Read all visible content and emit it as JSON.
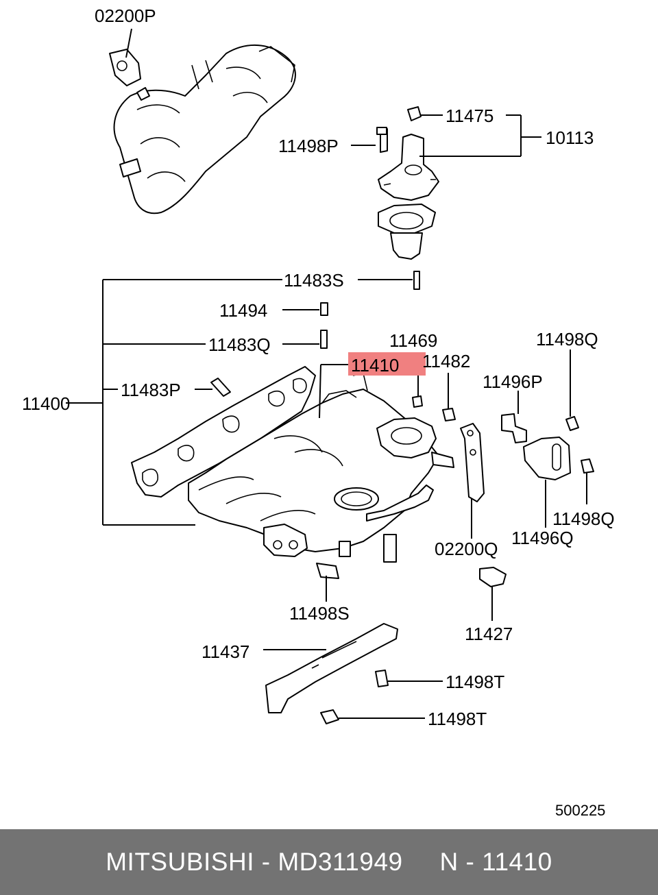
{
  "diagram": {
    "labels": {
      "p02200P": "02200P",
      "p11475": "11475",
      "p10113": "10113",
      "p11498P": "11498P",
      "p11483S": "11483S",
      "p11494": "11494",
      "p11483Q": "11483Q",
      "p11469": "11469",
      "p11410": "11410",
      "p11482": "11482",
      "p11498Q_top": "11498Q",
      "p11496P": "11496P",
      "p11400": "11400",
      "p11483P": "11483P",
      "p11498Q_bottom": "11498Q",
      "p02200Q": "02200Q",
      "p11496Q": "11496Q",
      "p11498S": "11498S",
      "p11427": "11427",
      "p11437": "11437",
      "p11498T_upper": "11498T",
      "p11498T_lower": "11498T"
    },
    "reference_number": "500225",
    "highlight_color": "#f08080"
  },
  "footer": {
    "text": "MITSUBISHI - MD311949     N - 11410",
    "background": "#737373"
  }
}
